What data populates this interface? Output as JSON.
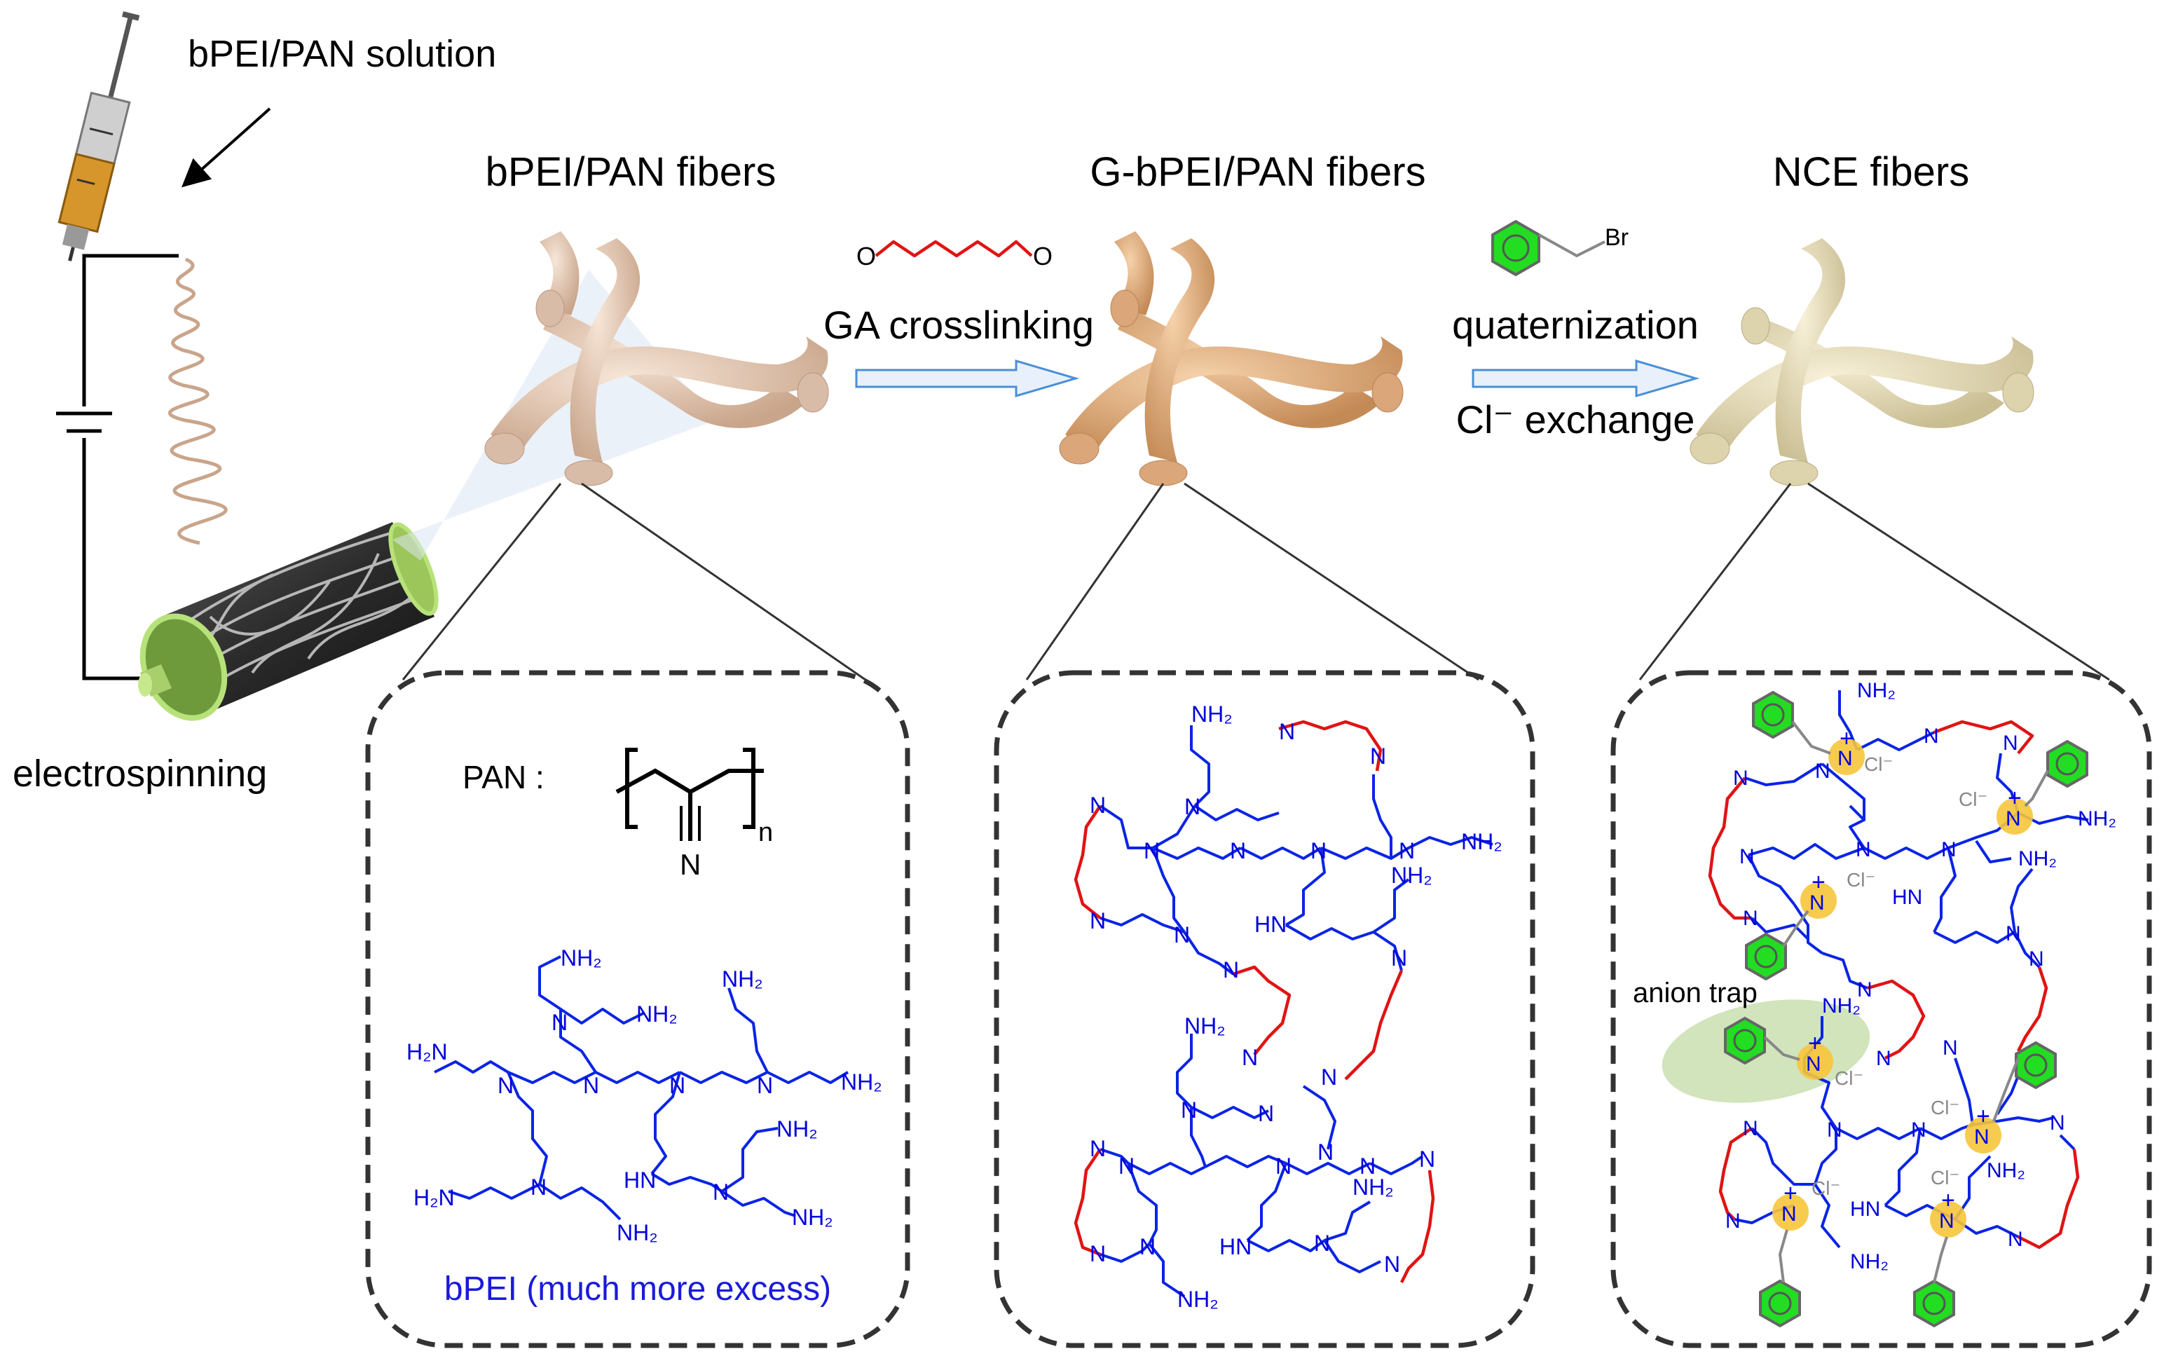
{
  "labels": {
    "solution": "bPEI/PAN solution",
    "electrospinning": "electrospinning",
    "fibers1": "bPEI/PAN fibers",
    "fibers2": "G-bPEI/PAN fibers",
    "fibers3": "NCE fibers",
    "step1": "GA crosslinking",
    "step2a": "quaternization",
    "step2b": "Cl⁻ exchange",
    "pan_label": "PAN :",
    "pan_n": "n",
    "pan_N": "N",
    "bpei_caption": "bPEI (much more excess)",
    "anion_trap": "anion trap",
    "br": "Br",
    "ga_o": "O"
  },
  "atoms": {
    "nh2": "NH₂",
    "h2n": "H₂N",
    "hn": "HN",
    "n": "N",
    "cl": "Cl⁻",
    "nplus": "+"
  },
  "colors": {
    "fiber1": "#e8cfbb",
    "fiber2": "#e8b98c",
    "fiber3": "#ece3c4",
    "chain": "#0a24e6",
    "crosslink": "#e01414",
    "benzene": "#22dd22",
    "quat": "#f6c53a",
    "trap": "#c9dfb0"
  }
}
